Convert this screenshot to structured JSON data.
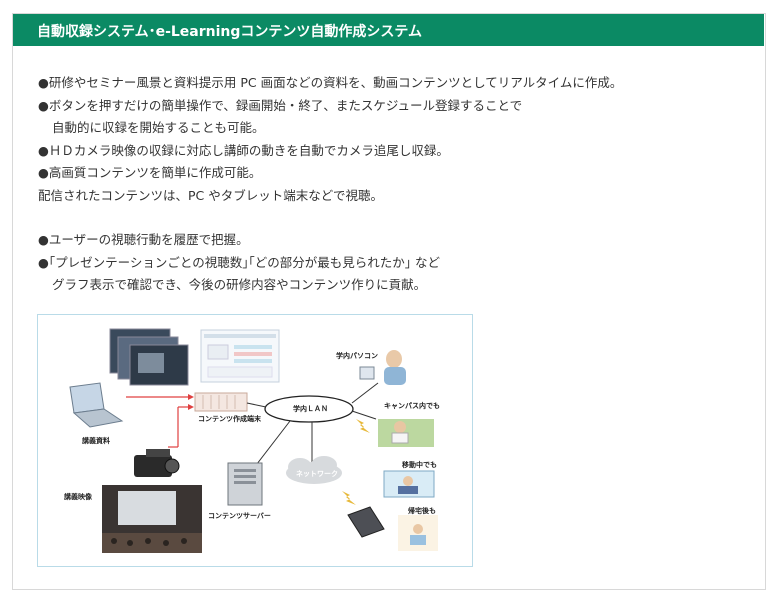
{
  "header": {
    "title": "自動収録システム･e-Learningコンテンツ自動作成システム"
  },
  "paragraphs": [
    "●研修やセミナー風景と資料提示用 PC 画面などの資料を、動画コンテンツとしてリアルタイムに作成。",
    "●ボタンを押すだけの簡単操作で、録画開始・終了、またスケジュール登録することで",
    "自動的に収録を開始することも可能。",
    "●ＨＤカメラ映像の収録に対応し講師の動きを自動でカメラ追尾し収録。",
    "●高画質コンテンツを簡単に作成可能。",
    "配信されたコンテンツは、PC やタブレット端末などで視聴。",
    "●ユーザーの視聴行動を履歴で把握。",
    "●｢プレゼンテーションごとの視聴数｣｢どの部分が最も見られたか｣ など",
    "グラフ表示で確認でき、今後の研修内容やコンテンツ作りに貢献。"
  ],
  "diagram": {
    "lecture_material": "講義資料",
    "lecture_video": "講義映像",
    "content_terminal": "コンテンツ作成端末",
    "campus_lan": "学内ＬＡＮ",
    "content_server": "コンテンツサーバー",
    "network": "ネットワーク",
    "campus_pc": "学内パソコン",
    "in_campus": "キャンパス内でも",
    "on_the_move": "移動中でも",
    "at_home": "帰宅後も"
  }
}
